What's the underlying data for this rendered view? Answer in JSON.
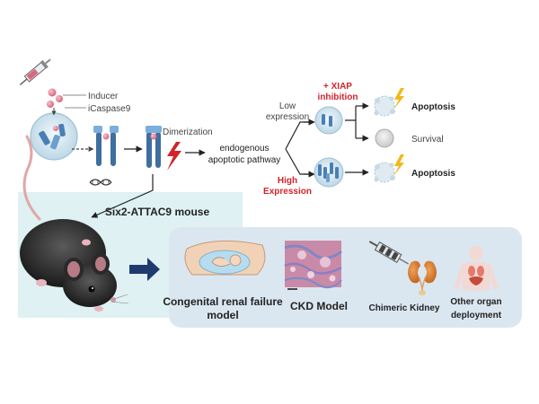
{
  "mechanism": {
    "inducer": "Inducer",
    "icaspase9": "iCaspase9",
    "dimerization": "Dimerization",
    "pathway_line1": "endogenous",
    "pathway_line2": "apoptotic pathway"
  },
  "branches": {
    "low_line1": "Low",
    "low_line2": "expression",
    "xiap": "+ XIAP",
    "xiap_line2": "inhibition",
    "high_line1": "High",
    "high_line2": "Expression",
    "apoptosis_top": "Apoptosis",
    "survival": "Survival",
    "apoptosis_bottom": "Apoptosis"
  },
  "model": {
    "mouse_title": "Six2-ATTAC9 mouse"
  },
  "applications": {
    "congenital_line1": "Congenital renal failure",
    "congenital_line2": "model",
    "ckd": "CKD Model",
    "chimeric": "Chimeric Kidney",
    "other_line1": "Other organ",
    "other_line2": "deployment"
  },
  "colors": {
    "accent_red": "#d2232a",
    "mint_panel": "#dff1f2",
    "blue_panel": "#dbe7f0",
    "navy_arrow": "#1f3a6e",
    "protein_blue": "#4a7fb5",
    "inducer_pink": "#e27f93"
  },
  "icons": {
    "syringe": "syringe-icon",
    "dna": "dna-icon",
    "lightning": "lightning-icon",
    "mouse": "mouse-icon",
    "embryo": "embryo-icon",
    "tissue": "tissue-icon",
    "kidney": "kidney-icon",
    "body": "body-icon"
  }
}
